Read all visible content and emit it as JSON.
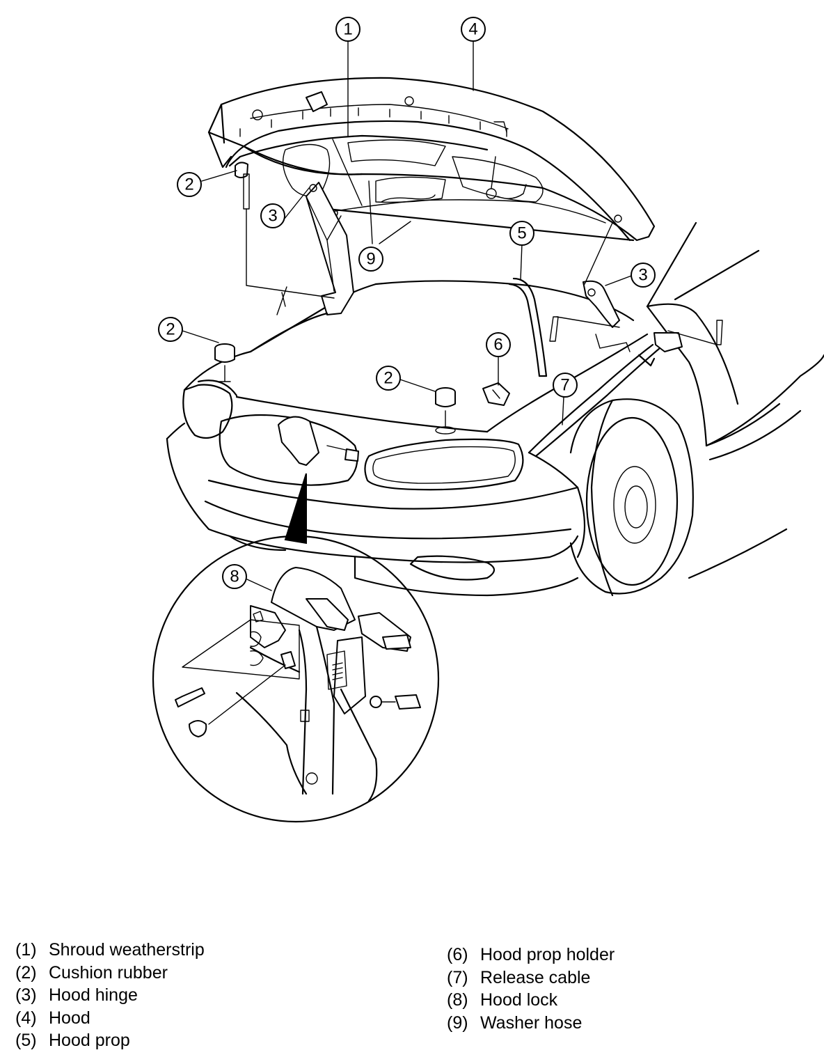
{
  "callouts": {
    "c1": "1",
    "c4": "4",
    "c2a": "2",
    "c3a": "3",
    "c9": "9",
    "c5": "5",
    "c3b": "3",
    "c2b": "2",
    "c6": "6",
    "c2c": "2",
    "c7": "7",
    "c8": "8"
  },
  "legend_left": [
    {
      "num": "(1)",
      "label": "Shroud weatherstrip"
    },
    {
      "num": "(2)",
      "label": "Cushion rubber"
    },
    {
      "num": "(3)",
      "label": "Hood hinge"
    },
    {
      "num": "(4)",
      "label": "Hood"
    },
    {
      "num": "(5)",
      "label": "Hood prop"
    }
  ],
  "legend_right": [
    {
      "num": "(6)",
      "label": "Hood prop holder"
    },
    {
      "num": "(7)",
      "label": "Release cable"
    },
    {
      "num": "(8)",
      "label": "Hood lock"
    },
    {
      "num": "(9)",
      "label": "Washer hose"
    }
  ]
}
